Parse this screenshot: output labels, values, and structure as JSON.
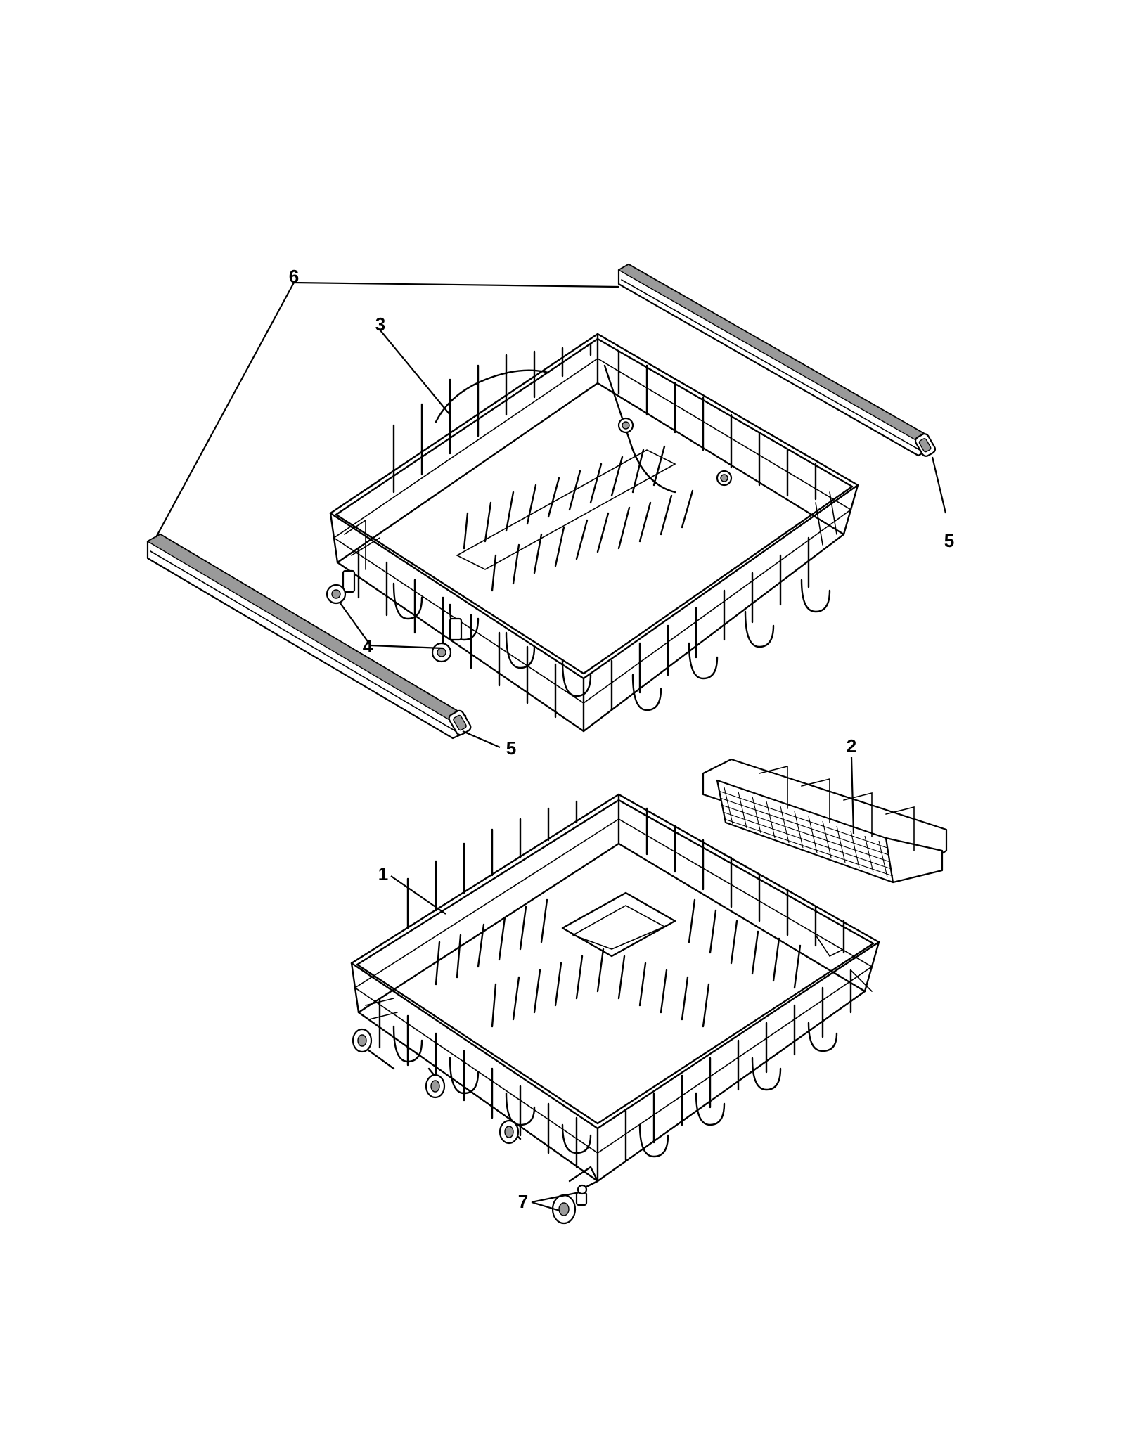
{
  "figure": {
    "callouts": [
      {
        "id": "c6",
        "label": "6"
      },
      {
        "id": "c3",
        "label": "3"
      },
      {
        "id": "c5a",
        "label": "5"
      },
      {
        "id": "c4",
        "label": "4"
      },
      {
        "id": "c5b",
        "label": "5"
      },
      {
        "id": "c2",
        "label": "2"
      },
      {
        "id": "c1",
        "label": "1"
      },
      {
        "id": "c7",
        "label": "7"
      }
    ]
  }
}
